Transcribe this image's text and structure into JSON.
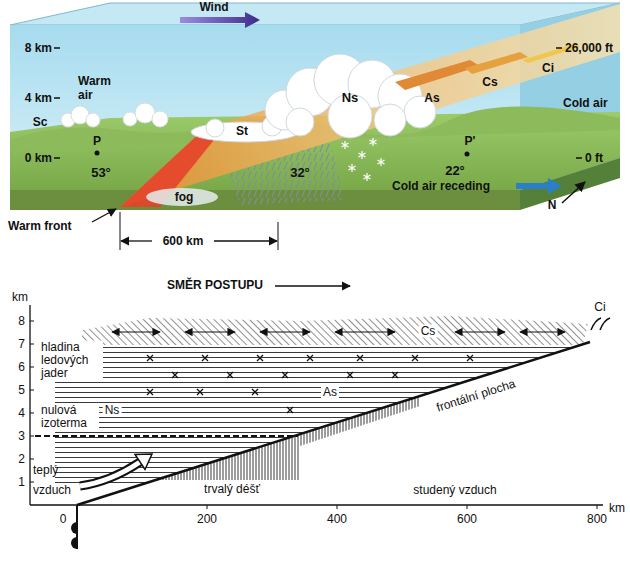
{
  "diagram": {
    "labels": [
      "Wind",
      "8 km",
      "4 km",
      "0 km",
      "Warm air",
      "Sc",
      "P",
      "53°",
      "St",
      "Ns",
      "fog",
      "32°",
      "As",
      "Cs",
      "Ci",
      "Cold air",
      "22°",
      "P'",
      "Cold air receding",
      "N",
      "26,000 ft",
      "0 ft",
      "Warm front",
      "600 km",
      "SMĚR POSTUPU",
      "Ci",
      "hladina ledových jader",
      "Cs",
      "As",
      "Ns",
      "nulová izoterma",
      "teplý vzduch",
      "trvalý déšť",
      "frontální plocha",
      "studený vzduch",
      "km",
      "8",
      "7",
      "6",
      "5",
      "4",
      "3",
      "2",
      "1",
      "0",
      "200",
      "400",
      "600",
      "800",
      "km"
    ]
  }
}
